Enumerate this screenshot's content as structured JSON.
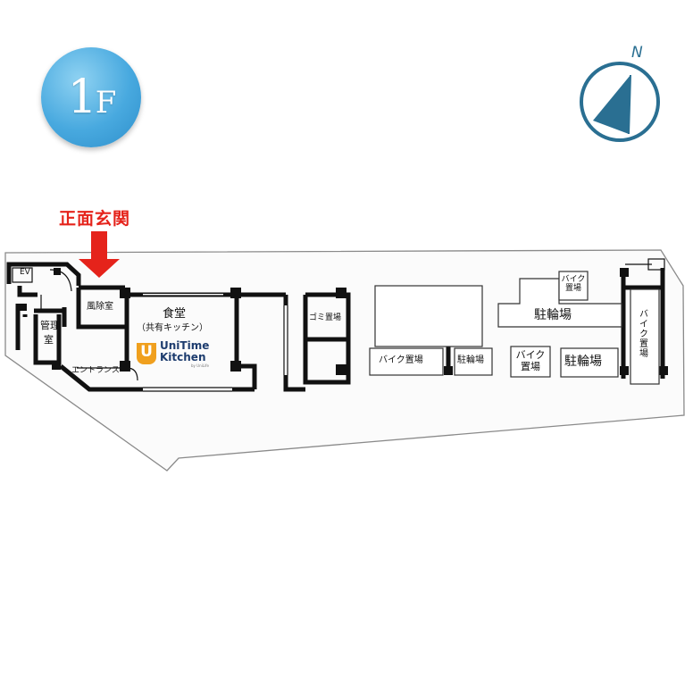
{
  "floor": {
    "label": "1",
    "suffix": "F"
  },
  "compass": {
    "north_letter": "N"
  },
  "entrance": {
    "label": "正面玄関"
  },
  "rooms": {
    "ev": "EV",
    "wind_room": "風除室",
    "management_line1": "管理",
    "management_line2": "室",
    "entrance_hall": "エントランス",
    "dining_title": "食堂",
    "dining_sub": "（共有キッチン）",
    "garbage": "ゴミ置場",
    "bike_parking_a": "バイク置場",
    "bicycle_parking_a": "駐輪場",
    "bike_parking_b_line1": "バイク",
    "bike_parking_b_line2": "置場",
    "bicycle_parking_b": "駐輪場",
    "bike_parking_top_line1": "バイク",
    "bike_parking_top_line2": "置場",
    "bicycle_parking_c": "駐輪場",
    "bike_parking_vertical": "バイク置場"
  },
  "logo": {
    "line1": "UniTime",
    "line2": "Kitchen",
    "tag": "by UniLife",
    "letter": "U"
  },
  "colors": {
    "wall": "#111111",
    "entrance_arrow": "#e5231b",
    "compass": "#2a6f92",
    "badge": "#48a9df",
    "logo_orange": "#f0a01e",
    "logo_navy": "#1d3c6e"
  }
}
